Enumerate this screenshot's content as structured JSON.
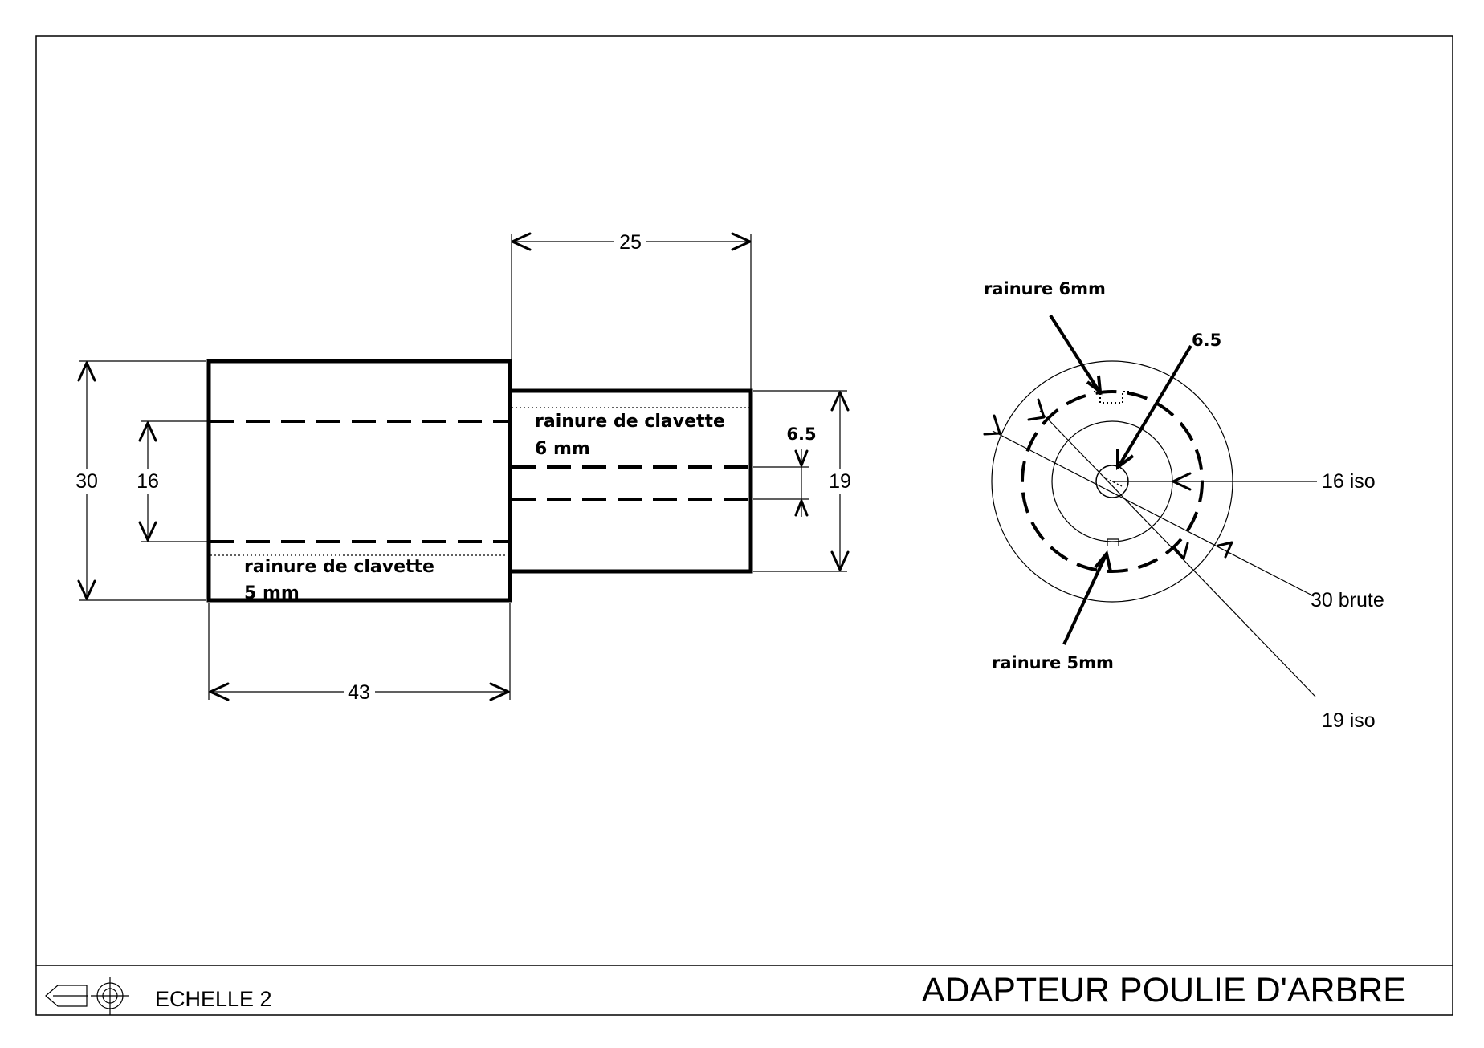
{
  "title_block": {
    "title": "ADAPTEUR POULIE D'ARBRE",
    "scale_label": "ECHELLE 2",
    "projection_symbol": "first-angle-projection-icon"
  },
  "side_view": {
    "dimensions": {
      "large_length": "43",
      "small_length": "25",
      "large_diameter": "30",
      "bore_diameter": "16",
      "small_diameter": "19",
      "small_bore": "6.5"
    },
    "keyway_large": {
      "line1": "rainure de clavette",
      "line2": "5 mm"
    },
    "keyway_small": {
      "line1": "rainure de clavette",
      "line2": "6 mm"
    }
  },
  "end_view": {
    "labels": {
      "keyway_6": "rainure 6mm",
      "keyway_5": "rainure 5mm",
      "bore_6_5": "6.5",
      "iso_16": "16 iso",
      "brute_30": "30 brute",
      "iso_19": "19 iso"
    }
  }
}
